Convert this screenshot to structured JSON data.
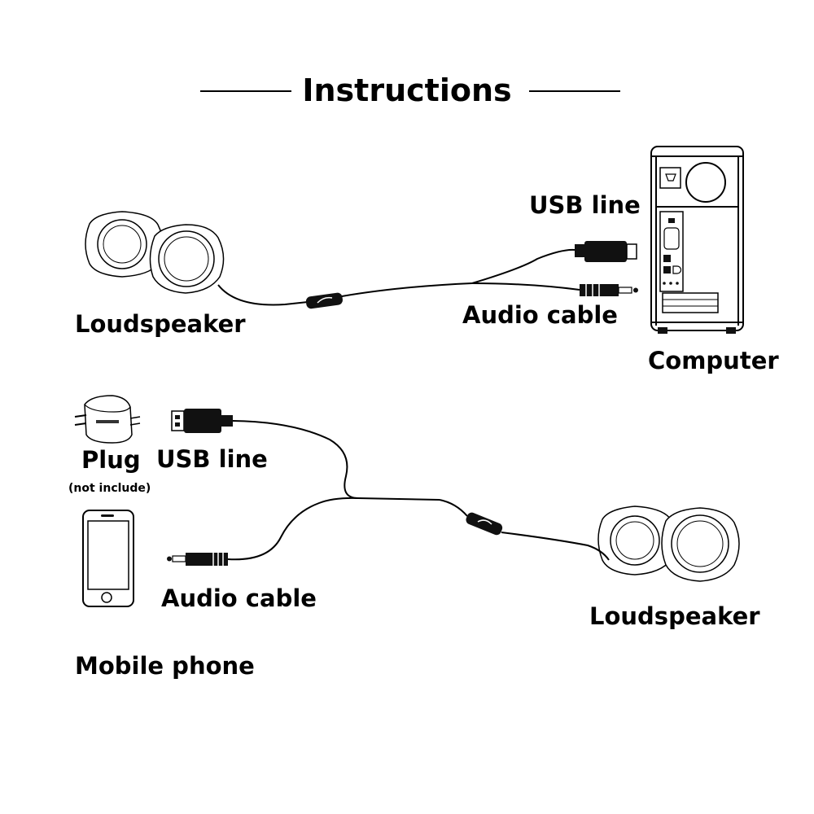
{
  "title": "Instructions",
  "top": {
    "speaker_label": "Loudspeaker",
    "usb_label": "USB line",
    "audio_label": "Audio cable",
    "computer_label": "Computer"
  },
  "bottom": {
    "plug_label": "Plug",
    "plug_note": "(not include)",
    "usb_label": "USB line",
    "audio_label": "Audio cable",
    "phone_label": "Mobile phone",
    "speaker_label": "Loudspeaker"
  }
}
